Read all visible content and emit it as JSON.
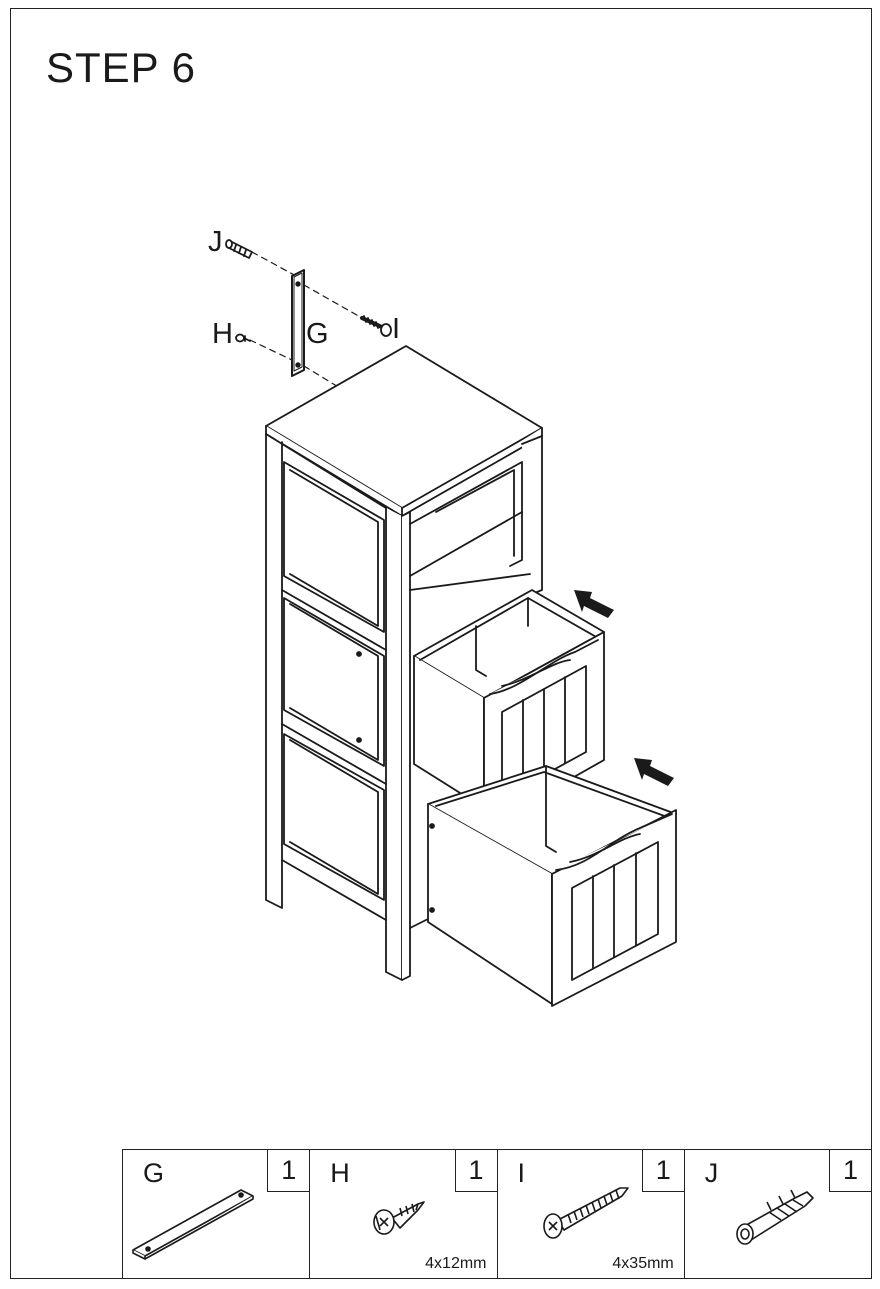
{
  "step": {
    "title": "STEP 6"
  },
  "callouts": {
    "j": "J",
    "h": "H",
    "g": "G",
    "i": "I"
  },
  "parts": [
    {
      "letter": "G",
      "qty": "1",
      "size": ""
    },
    {
      "letter": "H",
      "qty": "1",
      "size": "4x12mm"
    },
    {
      "letter": "I",
      "qty": "1",
      "size": "4x35mm"
    },
    {
      "letter": "J",
      "qty": "1",
      "size": ""
    }
  ],
  "icons": [
    "wall-strap-icon",
    "short-screw-icon",
    "long-screw-icon",
    "wall-plug-icon",
    "push-arrow-icon"
  ]
}
